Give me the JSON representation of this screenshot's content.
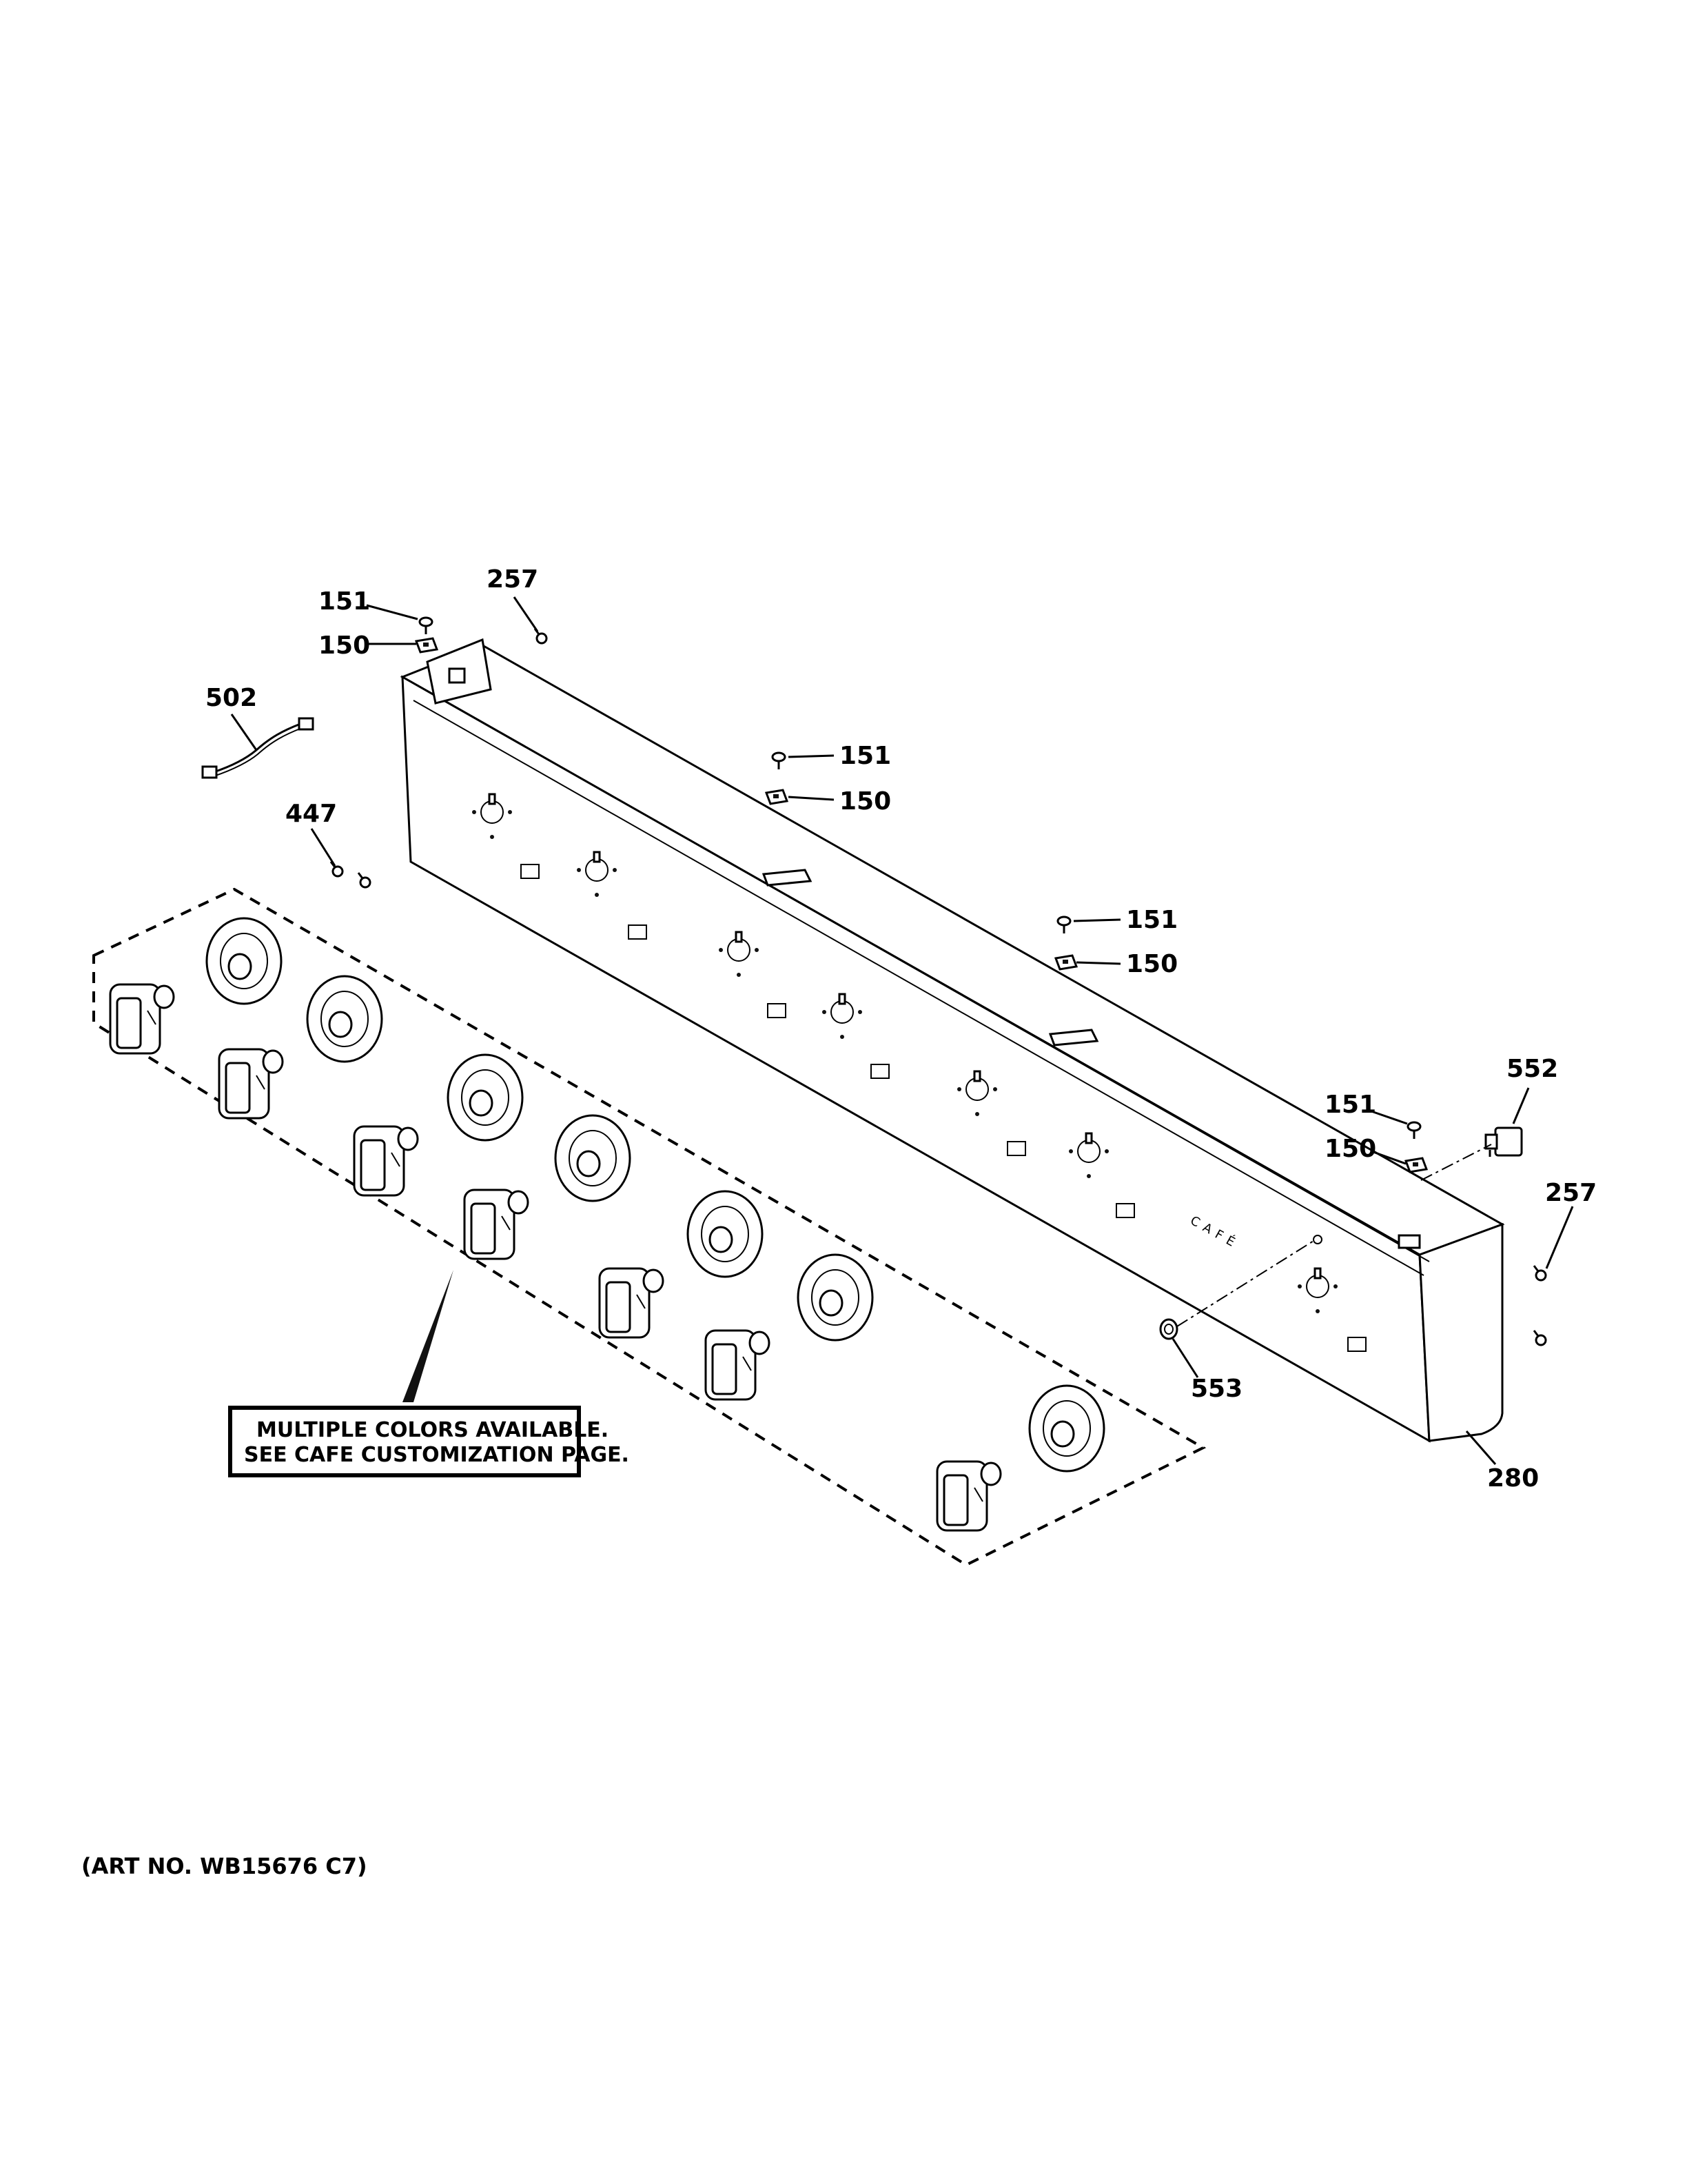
{
  "callouts": {
    "c151_a": "151",
    "c150_a": "150",
    "c257_a": "257",
    "c502": "502",
    "c447": "447",
    "c151_b": "151",
    "c150_b": "150",
    "c151_c": "151",
    "c150_c": "150",
    "c151_d": "151",
    "c150_d": "150",
    "c552": "552",
    "c257_b": "257",
    "c553": "553",
    "c280": "280"
  },
  "note": {
    "line1": "MULTIPLE COLORS AVAILABLE.",
    "line2": "SEE CAFE CUSTOMIZATION PAGE."
  },
  "panel": {
    "brand": "CAFÉ"
  },
  "art_number": "(ART NO. WB15676 C7)"
}
